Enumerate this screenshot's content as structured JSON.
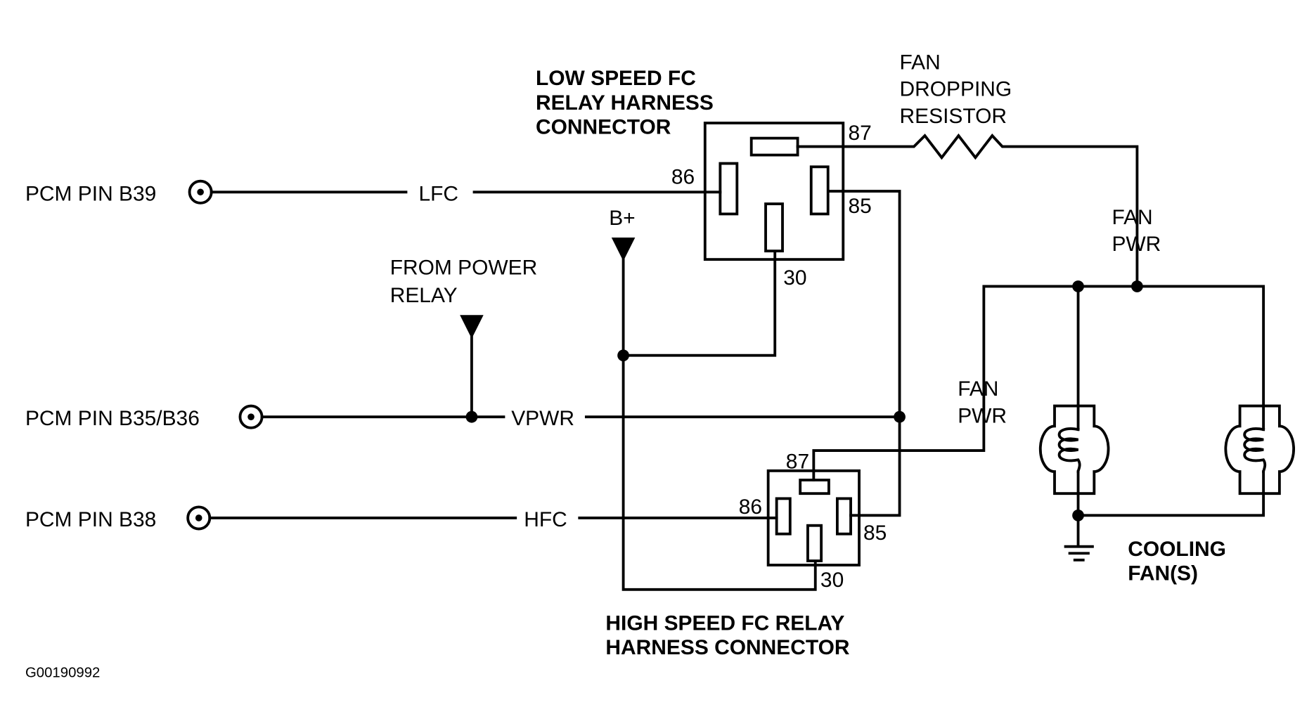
{
  "labels": {
    "pcm_b39": "PCM PIN B39",
    "pcm_b35_b36": "PCM PIN B35/B36",
    "pcm_b38": "PCM PIN B38",
    "lfc": "LFC",
    "vpwr": "VPWR",
    "hfc": "HFC",
    "b_plus": "B+",
    "from_power_relay": [
      "FROM POWER",
      "RELAY"
    ],
    "low_relay_title": [
      "LOW SPEED FC",
      "RELAY HARNESS",
      "CONNECTOR"
    ],
    "high_relay_title": [
      "HIGH SPEED FC RELAY",
      "HARNESS CONNECTOR"
    ],
    "resistor": [
      "FAN",
      "DROPPING",
      "RESISTOR"
    ],
    "fan_pwr_top": [
      "FAN",
      "PWR"
    ],
    "fan_pwr_mid": [
      "FAN",
      "PWR"
    ],
    "cooling_fans": [
      "COOLING",
      "FAN(S)"
    ],
    "figure_id": "G00190992"
  },
  "low_relay_pins": {
    "p87": "87",
    "p86": "86",
    "p85": "85",
    "p30": "30"
  },
  "high_relay_pins": {
    "p87": "87",
    "p86": "86",
    "p85": "85",
    "p30": "30"
  },
  "colors": {
    "line": "#000000",
    "background": "#ffffff"
  }
}
